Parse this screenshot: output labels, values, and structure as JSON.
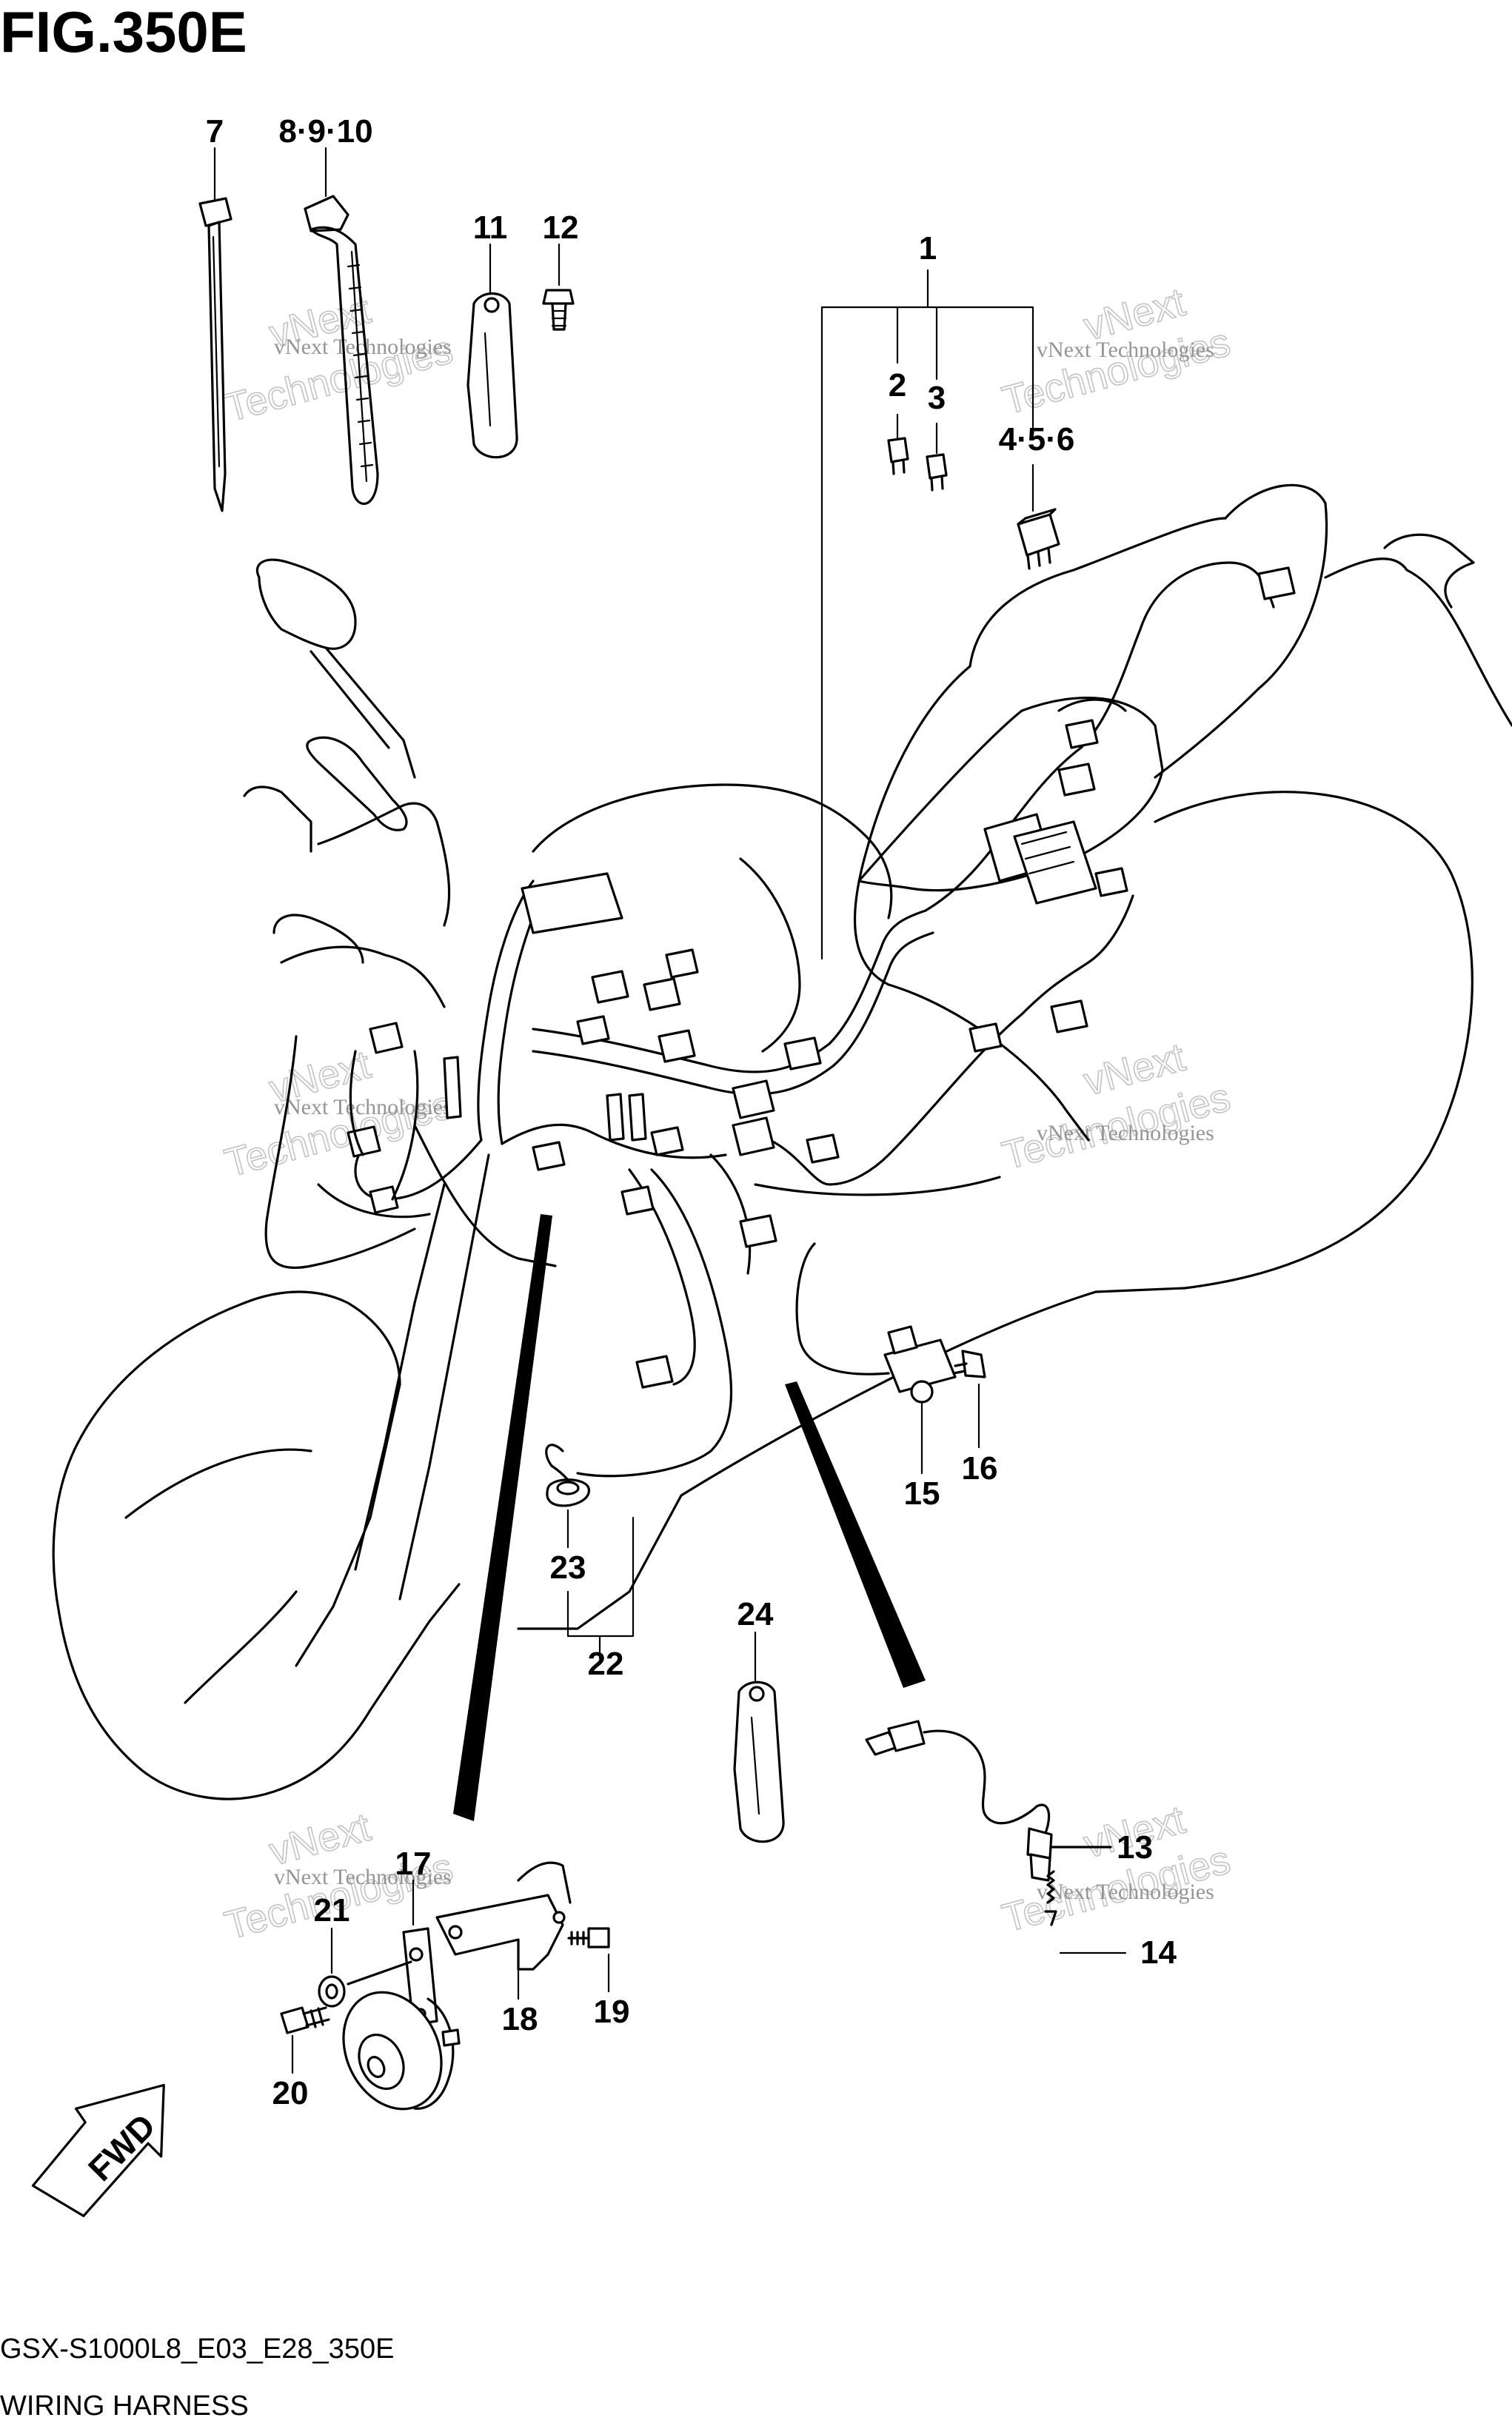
{
  "figure": {
    "title": "FIG.350E",
    "footer_code": "GSX-S1000L8_E03_E28_350E",
    "footer_name": "WIRING HARNESS",
    "direction_label": "FWD"
  },
  "callouts": [
    {
      "id": "c7",
      "text": "7"
    },
    {
      "id": "c8910",
      "text": "8·9·10"
    },
    {
      "id": "c11",
      "text": "11"
    },
    {
      "id": "c12",
      "text": "12"
    },
    {
      "id": "c1",
      "text": "1"
    },
    {
      "id": "c2",
      "text": "2"
    },
    {
      "id": "c3",
      "text": "3"
    },
    {
      "id": "c456",
      "text": "4·5·6"
    },
    {
      "id": "c15",
      "text": "15"
    },
    {
      "id": "c16",
      "text": "16"
    },
    {
      "id": "c23",
      "text": "23"
    },
    {
      "id": "c22",
      "text": "22"
    },
    {
      "id": "c24",
      "text": "24"
    },
    {
      "id": "c17",
      "text": "17"
    },
    {
      "id": "c21",
      "text": "21"
    },
    {
      "id": "c18",
      "text": "18"
    },
    {
      "id": "c19",
      "text": "19"
    },
    {
      "id": "c20",
      "text": "20"
    },
    {
      "id": "c13",
      "text": "13"
    },
    {
      "id": "c14",
      "text": "14"
    }
  ],
  "watermark": {
    "line1": "vNext Technologies",
    "line2": "vNext",
    "line3": "Technologies"
  }
}
